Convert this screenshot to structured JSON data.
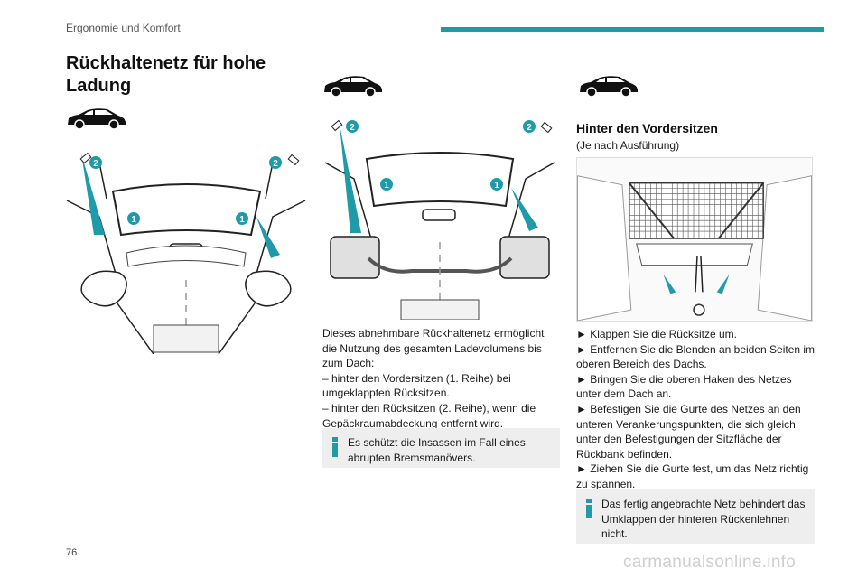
{
  "header": {
    "section": "Ergonomie und Komfort",
    "accent": "#1e9aa8"
  },
  "title": "Rückhaltenetz für hohe Ladung",
  "figure_labels": {
    "one": "1",
    "two": "2"
  },
  "col2": {
    "para": [
      "Dieses abnehmbare Rückhaltenetz ermöglicht die Nutzung des gesamten Ladevolumens bis zum Dach:",
      "– hinter den Vordersitzen (1. Reihe) bei umgeklappten Rücksitzen.",
      "– hinter den Rücksitzen (2. Reihe), wenn die Gepäckraumabdeckung entfernt wird."
    ],
    "info": "Es schützt die Insassen im Fall eines abrupten Bremsmanövers."
  },
  "col3": {
    "subhead": "Hinter den Vordersitzen",
    "subnote": "(Je nach Ausführung)",
    "steps": [
      "► Klappen Sie die Rücksitze um.",
      "► Entfernen Sie die Blenden an beiden Seiten im oberen Bereich des Dachs.",
      "► Bringen Sie die oberen Haken des Netzes unter dem Dach an.",
      "► Befestigen Sie die Gurte des Netzes an den unteren Verankerungspunkten, die sich gleich unter den Befestigungen der Sitzfläche der Rückbank befinden.",
      "► Ziehen Sie die Gurte fest, um das Netz richtig zu spannen."
    ],
    "info": "Das fertig angebrachte Netz behindert das Umklappen der hinteren Rückenlehnen nicht."
  },
  "page_number": "76",
  "watermark": "carmanualsonline.info",
  "icons": {
    "car": "car-silhouette-icon",
    "info": "info-icon"
  }
}
